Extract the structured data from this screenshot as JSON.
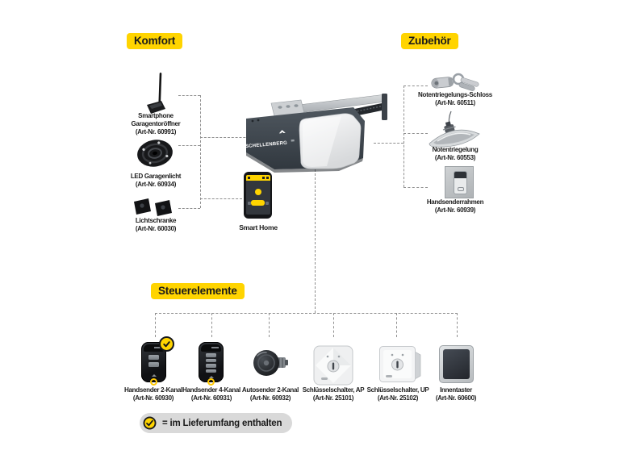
{
  "sections": {
    "komfort": "Komfort",
    "zubehoer": "Zubehör",
    "steuerelemente": "Steuerelemente"
  },
  "komfort_items": [
    {
      "name": "Smartphone Garagentoröffner",
      "art": "(Art-Nr. 60991)",
      "icon": "antenna-icon"
    },
    {
      "name": "LED Garagenlicht",
      "art": "(Art-Nr. 60934)",
      "icon": "led-strip-roll-icon"
    },
    {
      "name": "Lichtschranke",
      "art": "(Art-Nr. 60030)",
      "icon": "light-barrier-icon"
    }
  ],
  "zubehoer_items": [
    {
      "name": "Notentriegelungs-Schloss",
      "art": "(Art-Nr. 60511)",
      "icon": "lock-with-key-icon"
    },
    {
      "name": "Notentriegelung",
      "art": "(Art-Nr. 60553)",
      "icon": "emergency-release-icon"
    },
    {
      "name": "Handsenderrahmen",
      "art": "(Art-Nr. 60939)",
      "icon": "remote-frame-icon"
    }
  ],
  "steuer_items": [
    {
      "name": "Handsender 2-Kanal",
      "art": "(Art-Nr. 60930)",
      "included": true,
      "icon": "remote-2ch-icon"
    },
    {
      "name": "Handsender 4-Kanal",
      "art": "(Art-Nr. 60931)",
      "included": false,
      "icon": "remote-4ch-icon"
    },
    {
      "name": "Autosender 2-Kanal",
      "art": "(Art-Nr. 60932)",
      "included": false,
      "icon": "car-transmitter-icon"
    },
    {
      "name": "Schlüsselschalter, AP",
      "art": "(Art-Nr. 25101)",
      "included": false,
      "icon": "key-switch-surface-icon"
    },
    {
      "name": "Schlüsselschalter, UP",
      "art": "(Art-Nr. 25102)",
      "included": false,
      "icon": "key-switch-flush-icon"
    },
    {
      "name": "Innentaster",
      "art": "(Art-Nr. 60600)",
      "included": false,
      "icon": "wall-button-icon"
    }
  ],
  "center": {
    "brand": "SCHELLENBERG",
    "smart_home": "Smart Home"
  },
  "legend": {
    "text": "= im Lieferumfang enthalten",
    "icon": "check-icon"
  },
  "colors": {
    "accent_yellow": "#ffd400",
    "legend_bg": "#d9d9d9",
    "connector_gray": "#8f8f8f",
    "motor_body": "#464e57",
    "lamp_cover": "#f0f1f2"
  }
}
